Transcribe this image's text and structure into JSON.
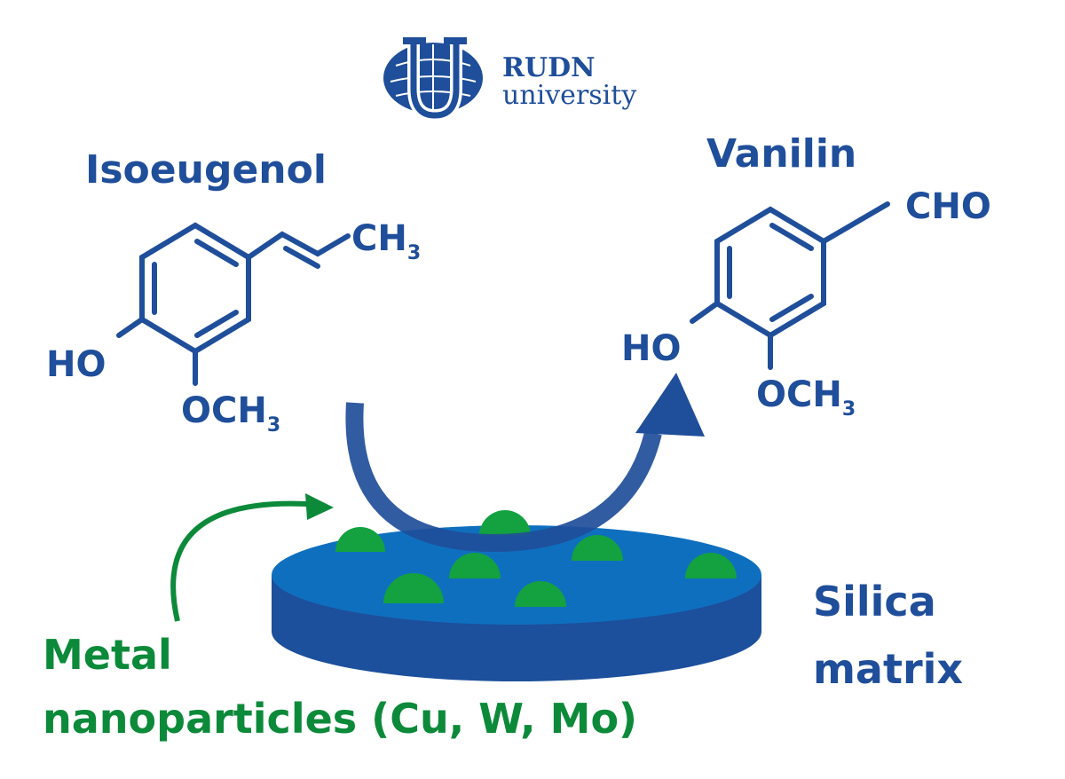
{
  "logo": {
    "line1": "RUDN",
    "line2": "university"
  },
  "reactant": {
    "name": "Isoeugenol",
    "substituent_top": "CH",
    "substituent_top_sub": "3",
    "hydroxyl": "HO",
    "methoxy": "OCH",
    "methoxy_sub": "3"
  },
  "product": {
    "name": "Vanilin",
    "substituent_top": "CHO",
    "hydroxyl": "HO",
    "methoxy": "OCH",
    "methoxy_sub": "3"
  },
  "catalyst": {
    "line1": "Metal",
    "line2": "nanoparticles (Cu, W, Mo)"
  },
  "support": {
    "line1": "Silica",
    "line2": "matrix"
  },
  "colors": {
    "blue": "#1f4e9a",
    "disc_top": "#0f6fbf",
    "disc_side": "#1c4f9c",
    "green": "#0c8a3a",
    "particle": "#13a23f"
  }
}
